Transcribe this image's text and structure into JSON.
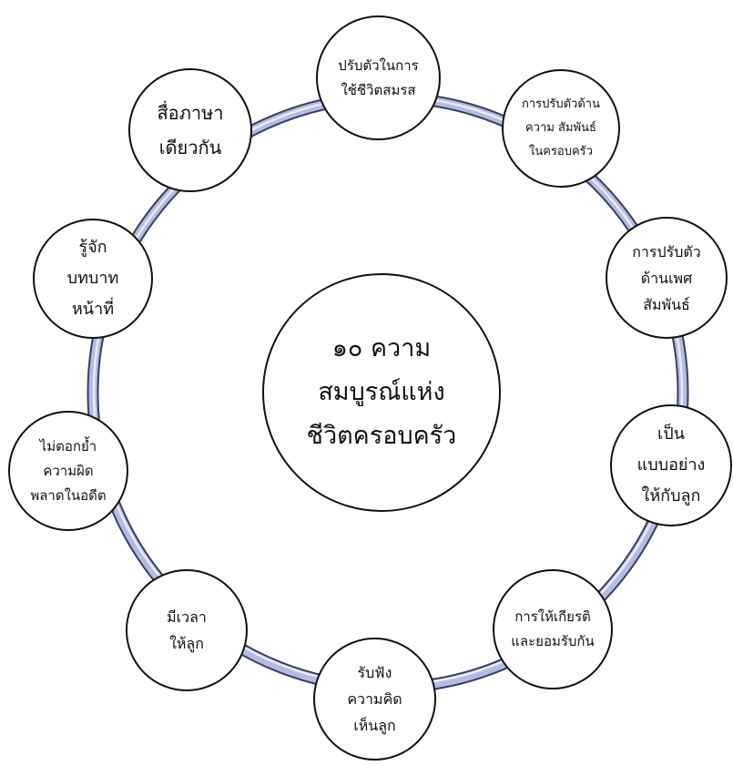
{
  "diagram": {
    "center": {
      "lines": [
        "๑๐ ความ",
        "สมบูรณ์แห่ง",
        "ชีวิตครอบครัว"
      ]
    },
    "nodes": [
      {
        "id": "adjust-married-life",
        "lines": [
          "ปรับตัวในการ",
          "ใช้ชีวิตสมรส"
        ]
      },
      {
        "id": "adjust-family-relations",
        "lines": [
          "การปรับตัวด้าน",
          "ความ สัมพันธ์",
          "ในครอบครัว"
        ]
      },
      {
        "id": "adjust-sexual-relations",
        "lines": [
          "การปรับตัว",
          "ด้านเพศ",
          "สัมพันธ์"
        ]
      },
      {
        "id": "role-model-for-children",
        "lines": [
          "เป็น",
          "แบบอย่าง",
          "ให้กับลูก"
        ]
      },
      {
        "id": "honor-and-accept",
        "lines": [
          "การให้เกียรติ",
          "และยอมรับกัน"
        ]
      },
      {
        "id": "listen-to-children",
        "lines": [
          "รับฟัง",
          "ความคิด",
          "เห็นลูก"
        ]
      },
      {
        "id": "time-for-children",
        "lines": [
          "มีเวลา",
          "ให้ลูก"
        ]
      },
      {
        "id": "no-blame-past-mistakes",
        "lines": [
          "ไม่ตอกย้ำ",
          "ความผิด",
          "พลาดในอดีต"
        ]
      },
      {
        "id": "know-roles-duties",
        "lines": [
          "รู้จัก",
          "บทบาท",
          "หน้าที่"
        ]
      },
      {
        "id": "same-language",
        "lines": [
          "สื่อภาษา",
          "เดียวกัน"
        ]
      }
    ]
  },
  "colors": {
    "ring_outer": "#3a3f5e",
    "ring_fill": "#b4bbe4",
    "ring_highlight": "#e8ebfa",
    "node_border": "#111111",
    "node_fill": "#ffffff"
  }
}
